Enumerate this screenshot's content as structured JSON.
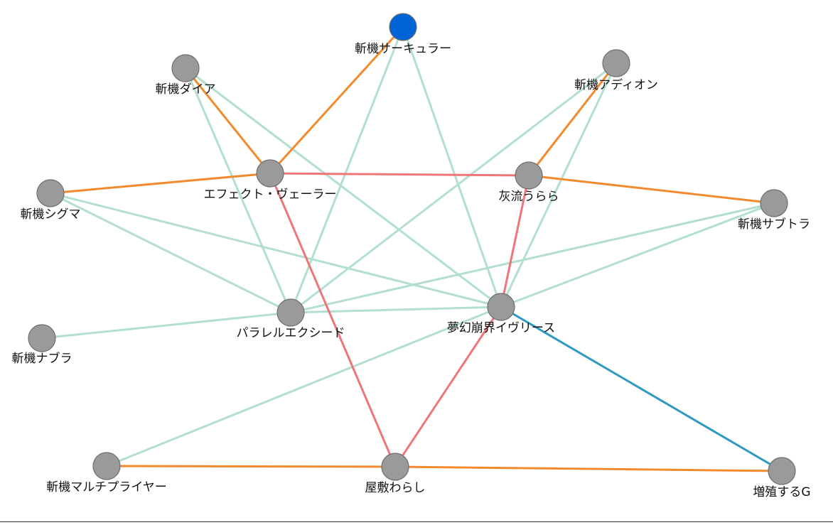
{
  "colors": {
    "node_default": "#9a9a9a",
    "node_selected": "#0063d6",
    "edge_green": "#b3dfd0",
    "edge_orange": "#f38a2e",
    "edge_red": "#ee767a",
    "edge_blue": "#2e9ac1"
  },
  "nodes": [
    {
      "id": "circular",
      "label": "斬機サーキュラー",
      "selected": true
    },
    {
      "id": "dia",
      "label": "斬機ダイア",
      "selected": false
    },
    {
      "id": "addition",
      "label": "斬機アディオン",
      "selected": false
    },
    {
      "id": "sigma",
      "label": "斬機シグマ",
      "selected": false
    },
    {
      "id": "effect",
      "label": "エフェクト・ヴェーラー",
      "selected": false
    },
    {
      "id": "haiyu",
      "label": "灰流うらら",
      "selected": false
    },
    {
      "id": "subtra",
      "label": "斬機サブトラ",
      "selected": false
    },
    {
      "id": "parallel",
      "label": "パラレルエクシード",
      "selected": false
    },
    {
      "id": "evilis",
      "label": "夢幻崩界イヴリース",
      "selected": false
    },
    {
      "id": "nabla",
      "label": "斬機ナブラ",
      "selected": false
    },
    {
      "id": "multiplier",
      "label": "斬機マルチプライヤー",
      "selected": false
    },
    {
      "id": "yashiki",
      "label": "屋敷わらし",
      "selected": false
    },
    {
      "id": "g",
      "label": "増殖するG",
      "selected": false
    }
  ],
  "edges": [
    {
      "source": "dia",
      "target": "parallel",
      "color": "green"
    },
    {
      "source": "dia",
      "target": "evilis",
      "color": "green"
    },
    {
      "source": "circular",
      "target": "parallel",
      "color": "green"
    },
    {
      "source": "circular",
      "target": "evilis",
      "color": "green"
    },
    {
      "source": "addition",
      "target": "parallel",
      "color": "green"
    },
    {
      "source": "addition",
      "target": "evilis",
      "color": "green"
    },
    {
      "source": "sigma",
      "target": "parallel",
      "color": "green"
    },
    {
      "source": "sigma",
      "target": "evilis",
      "color": "green"
    },
    {
      "source": "subtra",
      "target": "parallel",
      "color": "green"
    },
    {
      "source": "subtra",
      "target": "evilis",
      "color": "green"
    },
    {
      "source": "nabla",
      "target": "parallel",
      "color": "green"
    },
    {
      "source": "parallel",
      "target": "evilis",
      "color": "green"
    },
    {
      "source": "multiplier",
      "target": "evilis",
      "color": "green"
    },
    {
      "source": "circular",
      "target": "effect",
      "color": "orange"
    },
    {
      "source": "dia",
      "target": "effect",
      "color": "orange"
    },
    {
      "source": "sigma",
      "target": "effect",
      "color": "orange"
    },
    {
      "source": "addition",
      "target": "haiyu",
      "color": "orange"
    },
    {
      "source": "haiyu",
      "target": "subtra",
      "color": "orange"
    },
    {
      "source": "multiplier",
      "target": "yashiki",
      "color": "orange"
    },
    {
      "source": "yashiki",
      "target": "g",
      "color": "orange"
    },
    {
      "source": "effect",
      "target": "haiyu",
      "color": "red"
    },
    {
      "source": "effect",
      "target": "yashiki",
      "color": "red"
    },
    {
      "source": "haiyu",
      "target": "evilis",
      "color": "red"
    },
    {
      "source": "evilis",
      "target": "yashiki",
      "color": "red"
    },
    {
      "source": "evilis",
      "target": "g",
      "color": "blue"
    }
  ]
}
